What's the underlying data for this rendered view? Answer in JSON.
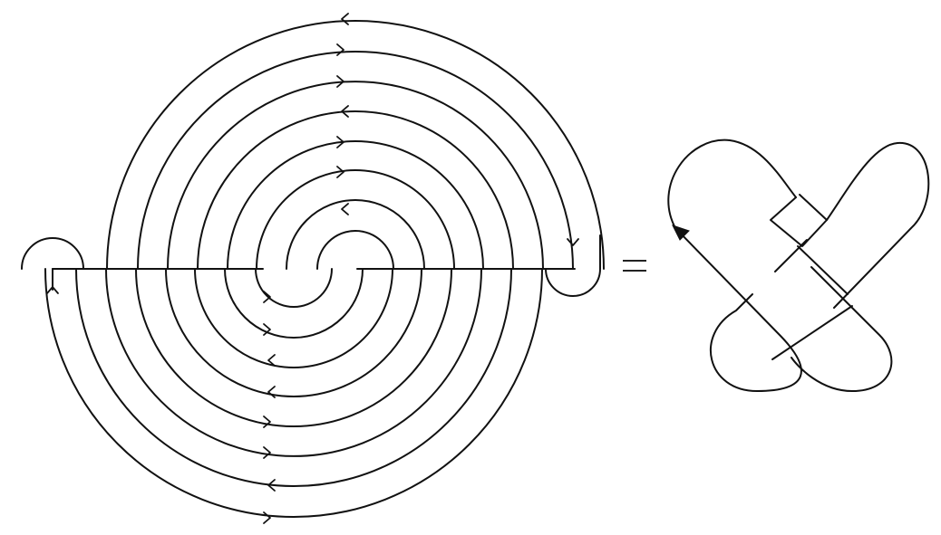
{
  "diagram": {
    "relation_symbol": "=",
    "stroke_color": "#111111",
    "background": "#ffffff",
    "spiral_knot": {
      "strand_count": 17,
      "arrow_directions": [
        "left",
        "right",
        "right",
        "left",
        "right",
        "right",
        "left",
        "down",
        "up",
        "right",
        "right",
        "left",
        "left",
        "right",
        "right",
        "left",
        "right"
      ]
    },
    "knot_diagram": {
      "orientation_arrow": "up-left"
    }
  }
}
